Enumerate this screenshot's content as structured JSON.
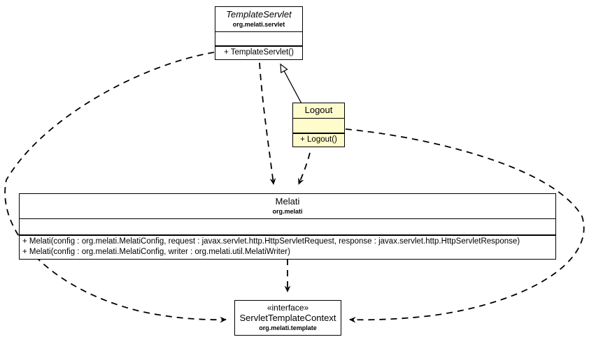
{
  "diagram": {
    "kind": "uml-class-diagram",
    "background_color": "#ffffff",
    "line_color": "#000000",
    "highlight_fill": "#fffccc"
  },
  "nodes": {
    "template_servlet": {
      "name": "TemplateServlet",
      "package": "org.melati.servlet",
      "is_abstract": true,
      "fill": "#ffffff",
      "attributes": [],
      "operations": [
        "+ TemplateServlet()"
      ]
    },
    "logout": {
      "name": "Logout",
      "package": "",
      "is_abstract": false,
      "fill": "#fffccc",
      "attributes": [],
      "operations": [
        "+ Logout()"
      ]
    },
    "melati": {
      "name": "Melati",
      "package": "org.melati",
      "is_abstract": false,
      "fill": "#ffffff",
      "attributes": [],
      "operations": [
        "+ Melati(config : org.melati.MelatiConfig, request : javax.servlet.http.HttpServletRequest, response : javax.servlet.http.HttpServletResponse)",
        "+ Melati(config : org.melati.MelatiConfig, writer : org.melati.util.MelatiWriter)"
      ]
    },
    "servlet_template_context": {
      "stereotype": "«interface»",
      "name": "ServletTemplateContext",
      "package": "org.melati.template",
      "is_abstract": false,
      "fill": "#ffffff",
      "attributes": [],
      "operations": []
    }
  },
  "edges": [
    {
      "id": "logout-extends-templateservlet",
      "from": "logout",
      "to": "template_servlet",
      "type": "generalization",
      "style": "solid",
      "arrow": "hollow-triangle"
    },
    {
      "id": "templateservlet-uses-melati",
      "from": "template_servlet",
      "to": "melati",
      "type": "dependency",
      "style": "dashed",
      "arrow": "open-arrow"
    },
    {
      "id": "logout-uses-melati",
      "from": "logout",
      "to": "melati",
      "type": "dependency",
      "style": "dashed",
      "arrow": "open-arrow"
    },
    {
      "id": "melati-uses-servlettemplatecontext",
      "from": "melati",
      "to": "servlet_template_context",
      "type": "dependency",
      "style": "dashed",
      "arrow": "open-arrow"
    },
    {
      "id": "templateservlet-uses-servlettemplatecontext",
      "from": "template_servlet",
      "to": "servlet_template_context",
      "type": "dependency",
      "style": "dashed",
      "arrow": "open-arrow"
    },
    {
      "id": "logout-uses-servlettemplatecontext",
      "from": "logout",
      "to": "servlet_template_context",
      "type": "dependency",
      "style": "dashed",
      "arrow": "open-arrow"
    }
  ]
}
